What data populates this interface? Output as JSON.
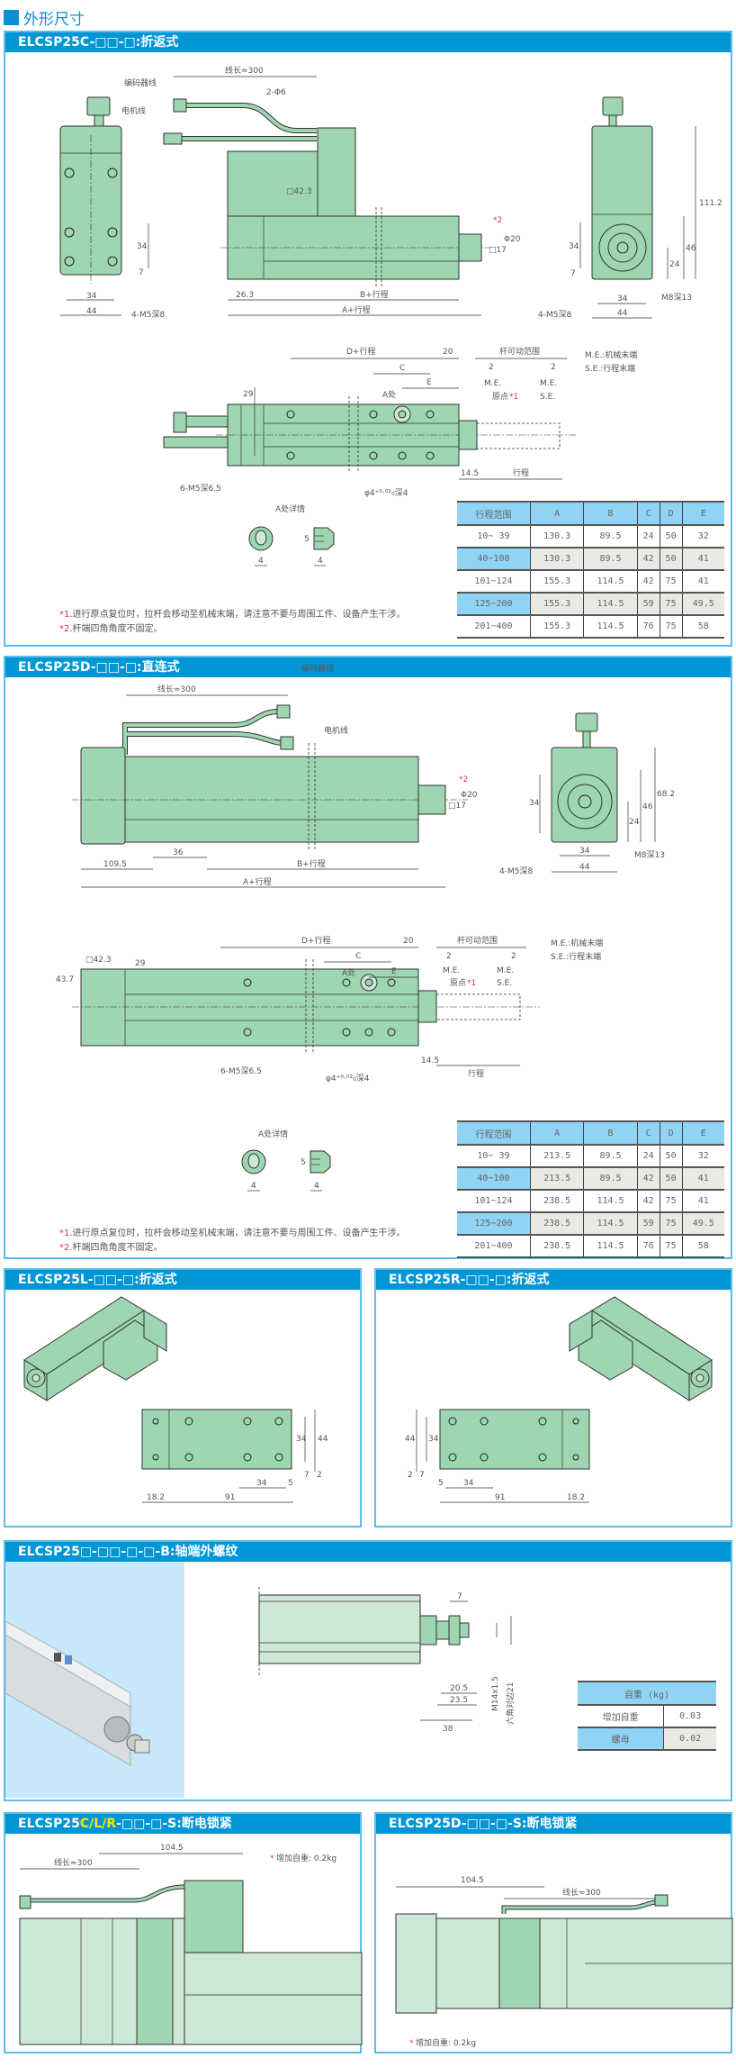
{
  "page_title": "外形尺寸",
  "table_headers": [
    "行程范围",
    "A",
    "B",
    "C",
    "D",
    "E"
  ],
  "s1": {
    "header": "ELCSP25C-□□-□:折返式",
    "labels": {
      "cable_len": "线长≈300",
      "encoder": "编码器线",
      "motor": "电机线",
      "d2phi6": "2-Φ6",
      "sq42": "□42.3",
      "w34a": "34",
      "w44a": "44",
      "h34a": "34",
      "h7a": "7",
      "m5a": "4-M5深8",
      "d263": "26.3",
      "bstroke": "B+行程",
      "astroke": "A+行程",
      "star2": "*2",
      "sq17": "□17",
      "phi20": "Φ20",
      "h1112": "111.2",
      "h46": "46",
      "h24": "24",
      "h34b": "34",
      "h7b": "7",
      "w34b": "34",
      "w44b": "44",
      "m8": "M8深13",
      "m5b": "4-M5深8",
      "dstroke": "D+行程",
      "d20": "20",
      "dc": "C",
      "de": "E",
      "apos": "A处",
      "d29": "29",
      "range": "杆可动范围",
      "two1": "2",
      "two2": "2",
      "me1": "M.E.",
      "origin": "原点",
      "star1": "*1",
      "me2": "M.E.",
      "se": "S.E.",
      "d145": "14.5",
      "stroke": "行程",
      "m5c": "6-M5深6.5",
      "phi4": "φ4⁺⁰·⁰²₀深4",
      "me_def": "M.E.:机械末端",
      "se_def": "S.E.:行程末端",
      "adetail": "A处详情",
      "a4a": "4",
      "a4b": "4",
      "a5": "5"
    },
    "notes": [
      {
        "mark": "*1",
        "text": ".进行原点复位时，拉杆会移动至机械末端，请注意不要与周围工件、设备产生干涉。"
      },
      {
        "mark": "*2",
        "text": ".杆端四角角度不固定。"
      }
    ],
    "rows": [
      [
        "10~ 39",
        "130.3",
        "89.5",
        "24",
        "50",
        "32"
      ],
      [
        "40~100",
        "130.3",
        "89.5",
        "42",
        "50",
        "41"
      ],
      [
        "101~124",
        "155.3",
        "114.5",
        "42",
        "75",
        "41"
      ],
      [
        "125~200",
        "155.3",
        "114.5",
        "59",
        "75",
        "49.5"
      ],
      [
        "201~400",
        "155.3",
        "114.5",
        "76",
        "75",
        "58"
      ]
    ]
  },
  "s2": {
    "header": "ELCSP25D-□□-□:直连式",
    "labels": {
      "cable_len": "线长≈300",
      "encoder": "编码器线",
      "motor": "电机线",
      "d1095": "109.5",
      "d36": "36",
      "bstroke": "B+行程",
      "astroke": "A+行程",
      "sq17": "□17",
      "phi20": "Φ20",
      "star2": "*2",
      "h34": "34",
      "h46": "46",
      "h682": "68.2",
      "h24": "24",
      "w34": "34",
      "w44": "44",
      "m8": "M8深13",
      "m5": "4-M5深8",
      "dstroke": "D+行程",
      "d20": "20",
      "dc": "C",
      "de": "E",
      "apos": "A处",
      "d437": "43.7",
      "sq42": "□42.3",
      "d29": "29",
      "range": "杆可动范围",
      "two1": "2",
      "two2": "2",
      "me1": "M.E.",
      "origin": "原点",
      "star1": "*1",
      "me2": "M.E.",
      "se": "S.E.",
      "d145": "14.5",
      "stroke": "行程",
      "m5c": "6-M5深6.5",
      "phi4": "φ4⁺⁰·⁰²₀深4",
      "me_def": "M.E.:机械末端",
      "se_def": "S.E.:行程末端",
      "adetail": "A处详情",
      "a4a": "4",
      "a4b": "4",
      "a5": "5"
    },
    "notes": [
      {
        "mark": "*1",
        "text": ".进行原点复位时，拉杆会移动至机械末端，请注意不要与周围工件、设备产生干涉。"
      },
      {
        "mark": "*2",
        "text": ".杆端四角角度不固定。"
      }
    ],
    "rows": [
      [
        "10~ 39",
        "213.5",
        "89.5",
        "24",
        "50",
        "32"
      ],
      [
        "40~100",
        "213.5",
        "89.5",
        "42",
        "50",
        "41"
      ],
      [
        "101~124",
        "238.5",
        "114.5",
        "42",
        "75",
        "41"
      ],
      [
        "125~200",
        "238.5",
        "114.5",
        "59",
        "75",
        "49.5"
      ],
      [
        "201~400",
        "238.5",
        "114.5",
        "76",
        "75",
        "58"
      ]
    ]
  },
  "s3l": {
    "header": "ELCSP25L-□□-□:折返式",
    "labels": {
      "d182": "18.2",
      "d91": "91",
      "d34": "34",
      "d5": "5",
      "h34": "34",
      "h44": "44",
      "h7": "7",
      "h2": "2"
    }
  },
  "s3r": {
    "header": "ELCSP25R-□□-□:折返式",
    "labels": {
      "d182": "18.2",
      "d91": "91",
      "d34": "34",
      "d5": "5",
      "h34": "34",
      "h44": "44",
      "h7": "7",
      "h2": "2"
    }
  },
  "s4": {
    "header": "ELCSP25□-□□-□-□-B:轴端外螺纹",
    "labels": {
      "d7": "7",
      "m14": "M14x1.5",
      "hex21": "六角对边21",
      "d205": "20.5",
      "d235": "23.5",
      "d38": "38"
    },
    "weight_table": {
      "title": "自重 (kg)",
      "rows": [
        [
          "增加自重",
          "0.03"
        ],
        [
          "螺母",
          "0.02"
        ]
      ]
    }
  },
  "s5l": {
    "header_pre": "ELCSP25",
    "header_hl": "C/L/R",
    "header_post": "-□□-□-S:断电锁紧",
    "labels": {
      "cable_len": "线长≈300",
      "d1045": "104.5",
      "star": "*",
      "weight": "增加自重: 0.2kg"
    }
  },
  "s5r": {
    "header": "ELCSP25D-□□-□-S:断电锁紧",
    "labels": {
      "cable_len": "线长≈300",
      "d1045": "104.5",
      "star": "*",
      "weight": "增加自重: 0.2kg"
    }
  },
  "colors": {
    "header_blue": "#0096d6",
    "drawing_green": "#9dd6b0",
    "table_header": "#8fd4f4",
    "note_red": "#e8333a"
  }
}
